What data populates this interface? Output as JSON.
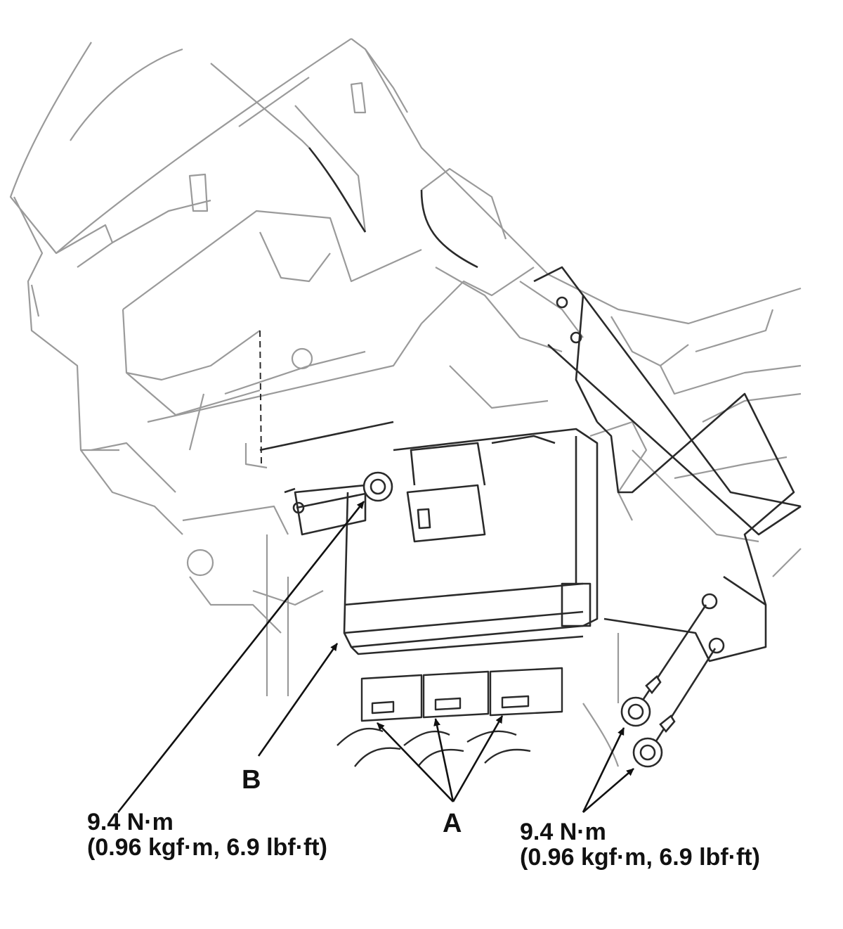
{
  "callouts": {
    "b": "B",
    "a": "A"
  },
  "torque_left": {
    "value": "9.4 N·m",
    "detail": "(0.96 kgf·m, 6.9 lbf·ft)"
  },
  "torque_right": {
    "value": "9.4 N·m",
    "detail": "(0.96 kgf·m, 6.9 lbf·ft)"
  },
  "colors": {
    "line": "#2a2a2a",
    "light_line": "#9a9a9a",
    "background": "#ffffff"
  }
}
